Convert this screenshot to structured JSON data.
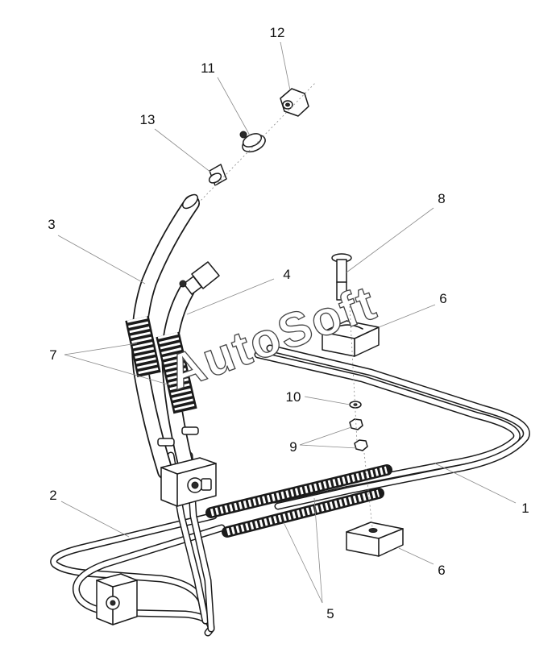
{
  "watermark": "AutoSoft",
  "callouts": {
    "c1": "1",
    "c2": "2",
    "c3": "3",
    "c4": "4",
    "c5": "5",
    "c6a": "6",
    "c6b": "6",
    "c7": "7",
    "c8": "8",
    "c9": "9",
    "c10": "10",
    "c11": "11",
    "c12": "12",
    "c13": "13"
  }
}
